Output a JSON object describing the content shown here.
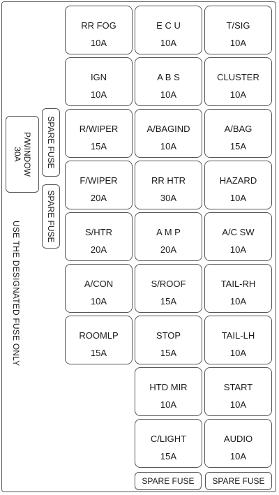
{
  "fuses": [
    [
      {
        "name": "RR FOG",
        "amp": "10A"
      },
      {
        "name": "E C U",
        "amp": "10A"
      },
      {
        "name": "T/SIG",
        "amp": "10A"
      }
    ],
    [
      {
        "name": "IGN",
        "amp": "10A"
      },
      {
        "name": "A B S",
        "amp": "10A"
      },
      {
        "name": "CLUSTER",
        "amp": "10A"
      }
    ],
    [
      {
        "name": "R/WIPER",
        "amp": "15A"
      },
      {
        "name": "A/BAGIND",
        "amp": "10A"
      },
      {
        "name": "A/BAG",
        "amp": "15A"
      }
    ],
    [
      {
        "name": "F/WIPER",
        "amp": "20A"
      },
      {
        "name": "RR HTR",
        "amp": "30A"
      },
      {
        "name": "HAZARD",
        "amp": "10A"
      }
    ],
    [
      {
        "name": "S/HTR",
        "amp": "20A"
      },
      {
        "name": "A M P",
        "amp": "20A"
      },
      {
        "name": "A/C SW",
        "amp": "10A"
      }
    ],
    [
      {
        "name": "A/CON",
        "amp": "10A"
      },
      {
        "name": "S/ROOF",
        "amp": "15A"
      },
      {
        "name": "TAIL-RH",
        "amp": "10A"
      }
    ],
    [
      {
        "name": "ROOMLP",
        "amp": "15A"
      },
      {
        "name": "STOP",
        "amp": "15A"
      },
      {
        "name": "TAIL-LH",
        "amp": "10A"
      }
    ],
    [
      null,
      {
        "name": "HTD MIR",
        "amp": "10A"
      },
      {
        "name": "START",
        "amp": "10A"
      }
    ],
    [
      null,
      {
        "name": "C/LIGHT",
        "amp": "15A"
      },
      {
        "name": "AUDIO",
        "amp": "10A"
      }
    ]
  ],
  "bottom_spares": [
    "SPARE FUSE",
    "SPARE FUSE"
  ],
  "side_spares": [
    "SPARE FUSE",
    "SPARE FUSE"
  ],
  "pwindow": {
    "name": "P/WINDOW",
    "amp": "30A"
  },
  "note": "USE THE DESIGNATED FUSE ONLY"
}
